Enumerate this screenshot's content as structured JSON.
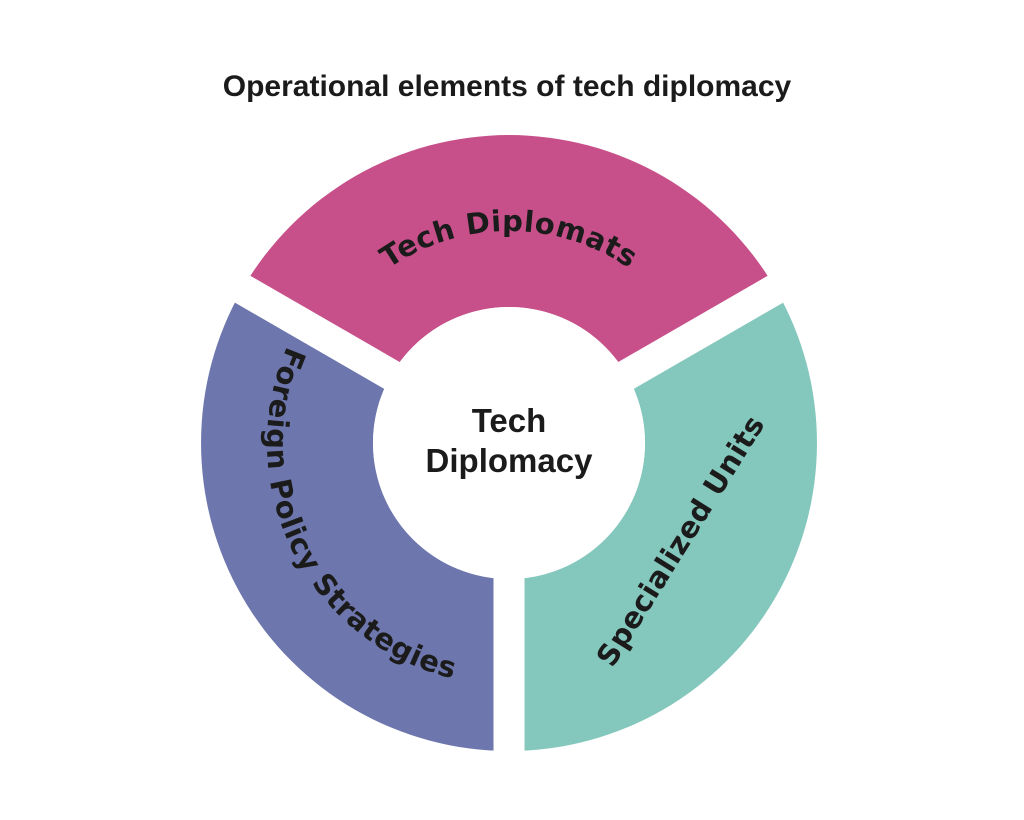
{
  "title": "Operational elements of tech diplomacy",
  "donut": {
    "center": {
      "line1": "Tech",
      "line2": "Diplomacy"
    },
    "segments": [
      {
        "label": "Tech Diplomats",
        "position": "top",
        "color": "#c7508a"
      },
      {
        "label": "Foreign Policy Strategies",
        "position": "left",
        "color": "#6d77ad"
      },
      {
        "label": "Specialized Units",
        "position": "right",
        "color": "#84c7bd"
      }
    ],
    "gap_color": "#ffffff",
    "text_color": "#1b1b1b",
    "background": "#ffffff"
  }
}
